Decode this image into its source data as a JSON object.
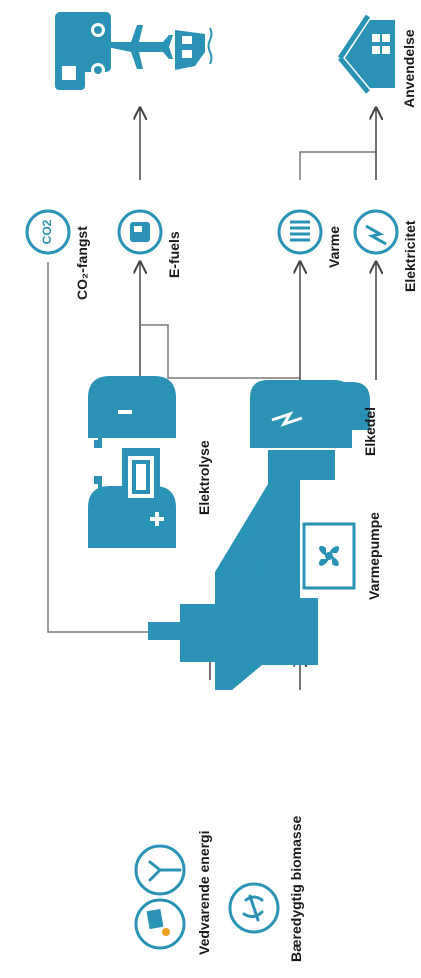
{
  "header": {
    "title": "Anvendelse"
  },
  "inputs": [
    {
      "label": "Vedvarende energi",
      "icon": "sun-solar-wind-icon"
    },
    {
      "label": "Bæredygtig biomasse",
      "icon": "biomass-icon"
    }
  ],
  "processes": {
    "electrolysis": "Elektrolyse",
    "heat_pump": "Varmepumpe",
    "electric_boiler": "Elkedel"
  },
  "outputs": {
    "co2_capture": "CO₂-fangst",
    "efuels": "E-fuels",
    "heat": "Varme",
    "electricity": "Elektricitet"
  },
  "uses": [
    {
      "icon": "truck-icon"
    },
    {
      "icon": "airplane-icon"
    },
    {
      "icon": "ship-icon"
    },
    {
      "icon": "house-icon"
    }
  ],
  "colors": {
    "accent": "#2a93b5",
    "line": "#7a7a7a",
    "text": "#1a1a1a"
  }
}
